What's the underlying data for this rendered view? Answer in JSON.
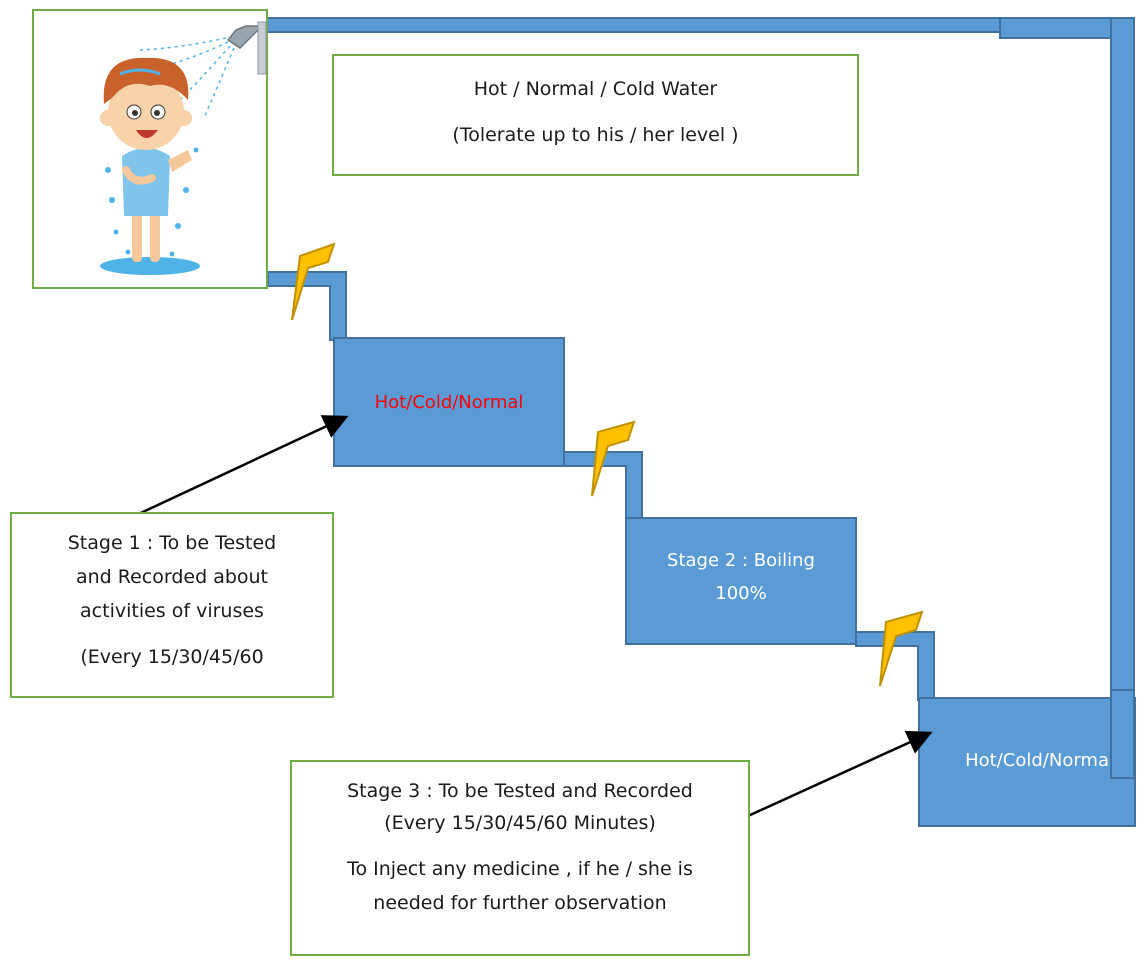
{
  "header_note": {
    "line1": "Hot / Normal / Cold Water",
    "line2": "(Tolerate up to his / her level )"
  },
  "tanks": [
    {
      "label": "Hot/Cold/Normal",
      "label_color": "#ff0000"
    },
    {
      "label_line1": "Stage 2 : Boiling",
      "label_line2": "100%",
      "label_color": "#ffffff"
    },
    {
      "label": "Hot/Cold/Norma",
      "label_color": "#ffffff"
    }
  ],
  "stage1_note": {
    "line1": "Stage 1 :  To be Tested",
    "line2": "and Recorded about",
    "line3": "activities of viruses",
    "line4": "(Every 15/30/45/60"
  },
  "stage3_note": {
    "line1": "Stage 3 :  To be Tested and Recorded",
    "line2": "(Every 15/30/45/60 Minutes)",
    "line3": "To Inject any medicine , if he / she is",
    "line4": "needed for further observation"
  },
  "colors": {
    "pipe": "#5b9bd5",
    "pipe_border": "#41719c",
    "valve": "#ffc000",
    "valve_border": "#bf9000",
    "note_border": "#70ad47"
  },
  "icons": [
    "shower-kid-illustration",
    "valve-icon",
    "arrow"
  ]
}
